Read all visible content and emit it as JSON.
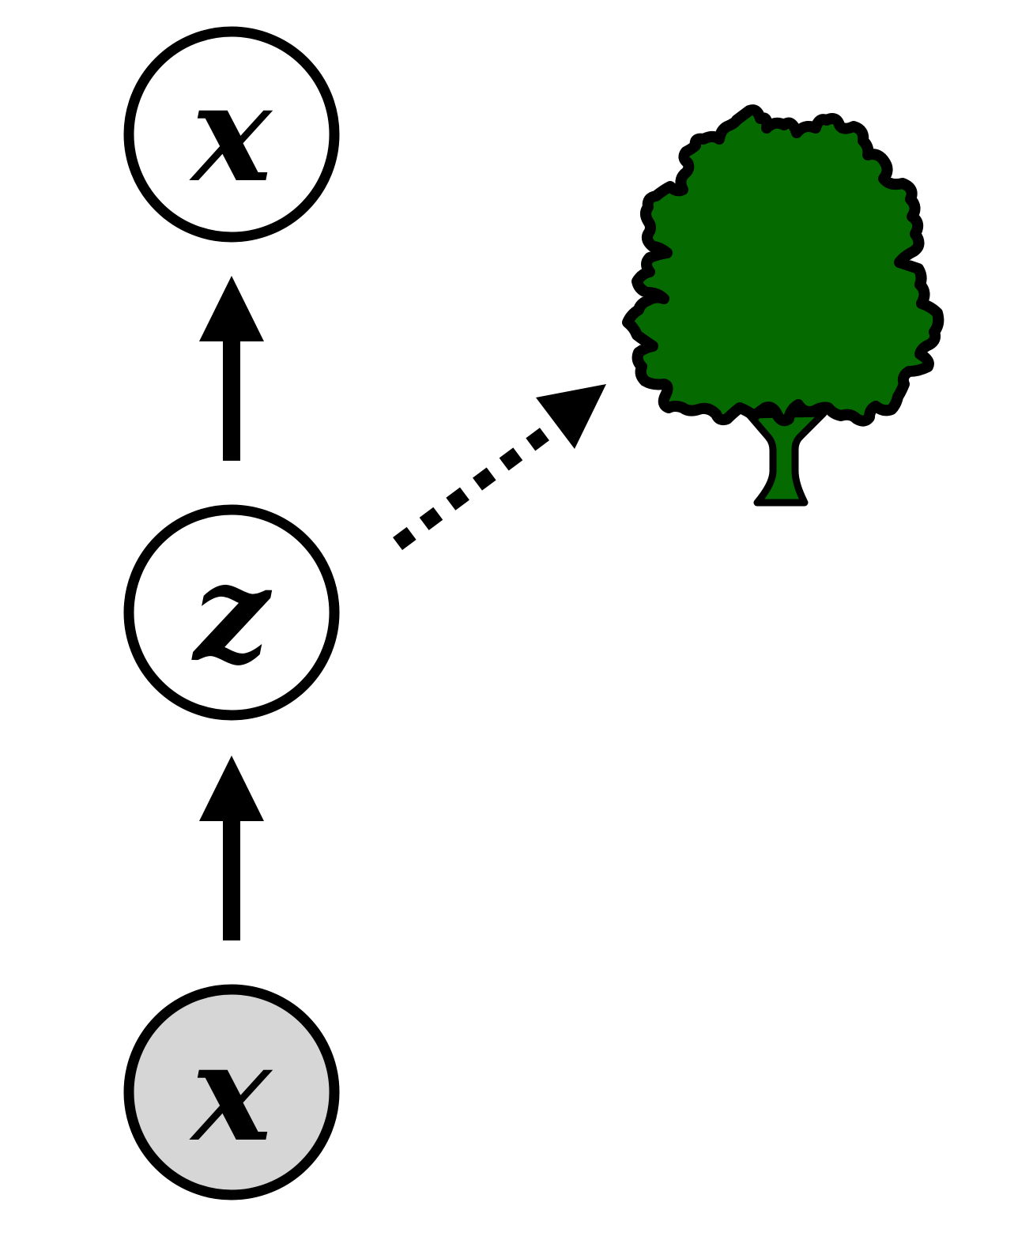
{
  "nodes": {
    "top": {
      "label": "x",
      "fill": "#ffffff"
    },
    "middle": {
      "label": "z",
      "fill": "#ffffff"
    },
    "bottom": {
      "label": "x",
      "fill": "#d6d6d6"
    }
  },
  "edges": [
    {
      "from": "bottom",
      "to": "middle",
      "style": "solid-arrow"
    },
    {
      "from": "middle",
      "to": "top",
      "style": "solid-arrow"
    },
    {
      "from": "middle",
      "to": "tree",
      "style": "dotted-arrow"
    }
  ],
  "tree": {
    "icon": "tree-icon",
    "crown_color": "#056b00"
  },
  "colors": {
    "stroke": "#000000",
    "observed_fill": "#d6d6d6",
    "latent_fill": "#ffffff",
    "tree_green": "#056b00"
  }
}
